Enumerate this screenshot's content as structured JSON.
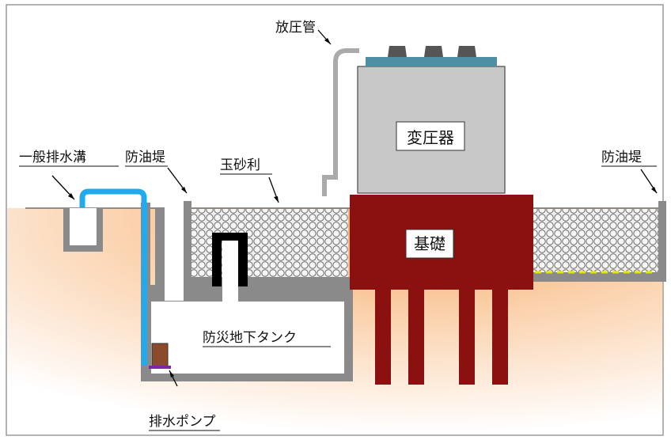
{
  "labels": {
    "vent_pipe": "放圧管",
    "transformer": "変圧器",
    "general_drain": "一般排水溝",
    "oil_dike_left": "防油堤",
    "gravel": "玉砂利",
    "oil_dike_right": "防油堤",
    "foundation": "基礎",
    "underground_tank": "防災地下タンク",
    "drain_pump": "排水ポンプ"
  },
  "colors": {
    "ground_gradient_top": "#f7c79a",
    "ground_gradient_bottom": "#ffffff",
    "wall": "#8a8a8a",
    "foundation": "#8b1111",
    "transformer_body": "#c8c8c8",
    "transformer_top": "#4e8fa3",
    "water_pipe": "#22aaee",
    "gravel_fill": "#d9d9d9",
    "gravel_stroke": "#7a7a7a",
    "oil_marker": "#e6e600",
    "pump": "#8b4a2a"
  }
}
